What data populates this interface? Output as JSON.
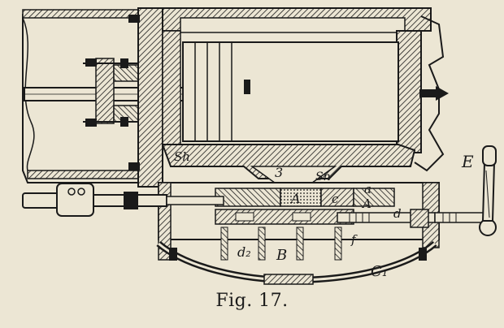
{
  "figure": {
    "caption": "Fig. 17.",
    "labels": {
      "sh": "Sh",
      "three": "3",
      "sn": "Sn",
      "a_upper": "A",
      "c": "c",
      "a_lower": "a",
      "a_cap": "A",
      "d": "d",
      "e": "E",
      "d2": "d₂",
      "b": "B",
      "f": "f",
      "c1": "C₁"
    }
  }
}
